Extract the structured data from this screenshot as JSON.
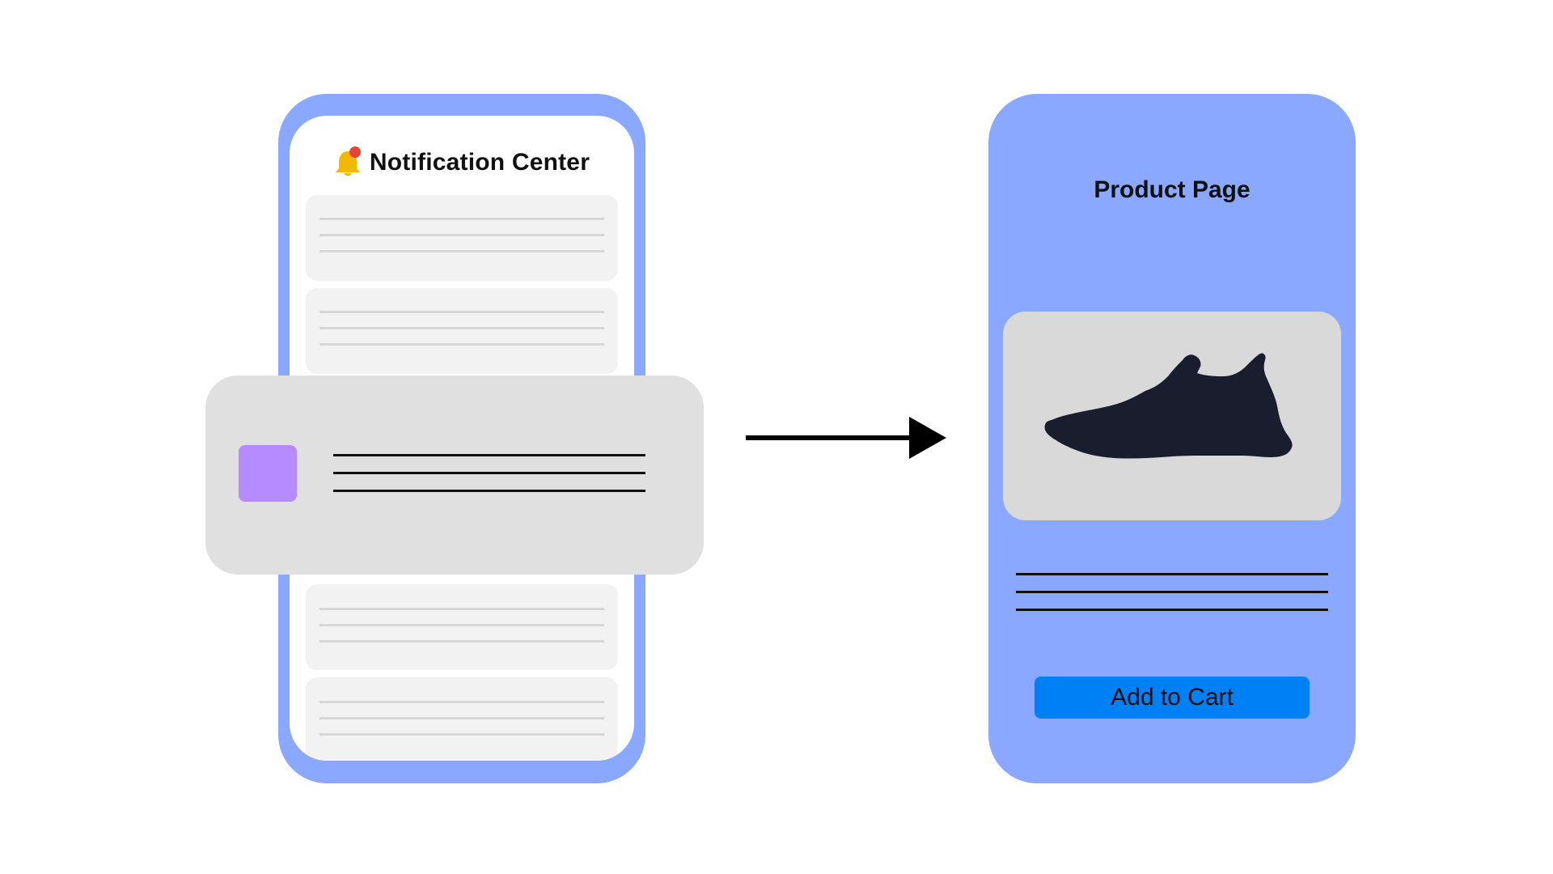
{
  "notification_center": {
    "title": "Notification Center",
    "icon": "bell-icon",
    "badge_color": "#e8443a",
    "bell_color": "#f5b800"
  },
  "floating_notification": {
    "icon": "app-icon",
    "icon_color": "#b68bff"
  },
  "product_page": {
    "title": "Product Page",
    "product_image": "sneaker-image",
    "add_to_cart_label": "Add to Cart",
    "button_color": "#0080f5"
  },
  "colors": {
    "phone_frame": "#8aa8ff",
    "card_bg": "#f2f2f2",
    "popup_bg": "#e0e0e0",
    "image_bg": "#d9d9d9"
  }
}
